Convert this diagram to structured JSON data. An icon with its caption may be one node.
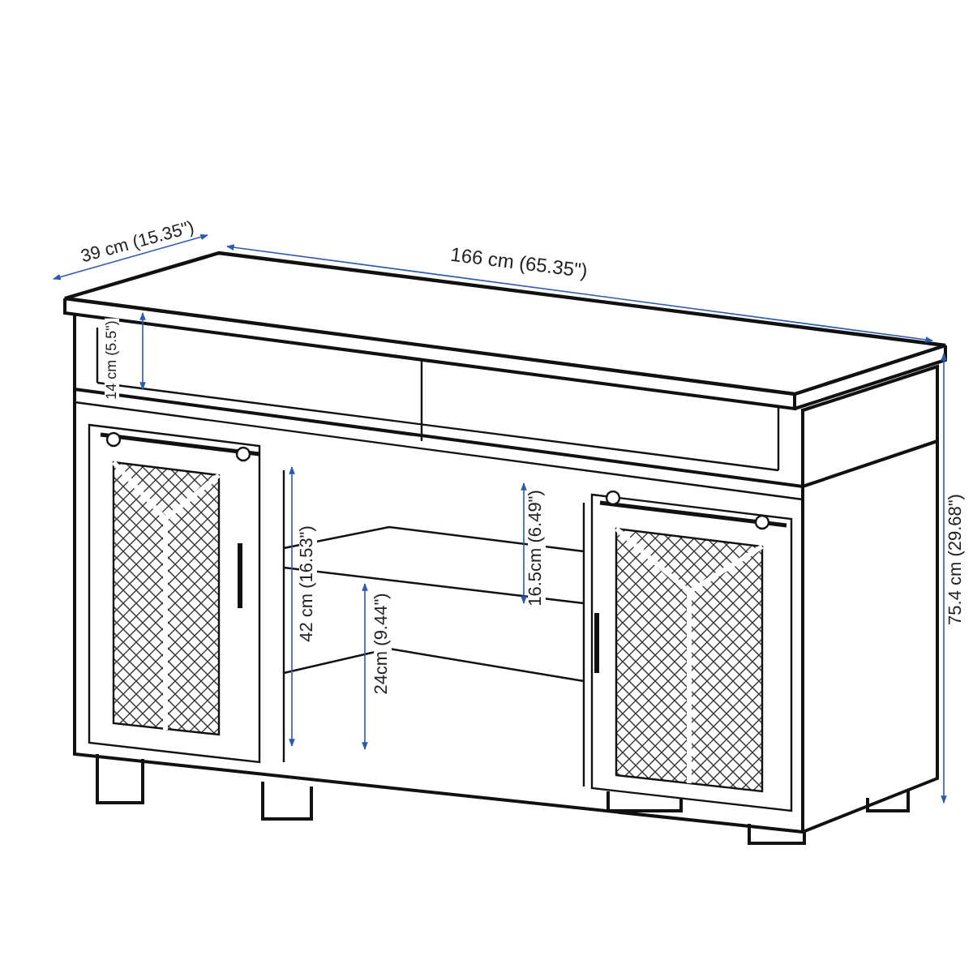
{
  "diagram": {
    "labels": [
      "39 cm (15.35\")",
      "166 cm (65.35\")",
      "14 cm (5.5\")",
      "42 cm (16.53\")",
      "16.5cm (6.49\")",
      "24cm (9.44\")",
      "75.4 cm (29.68\")"
    ]
  }
}
